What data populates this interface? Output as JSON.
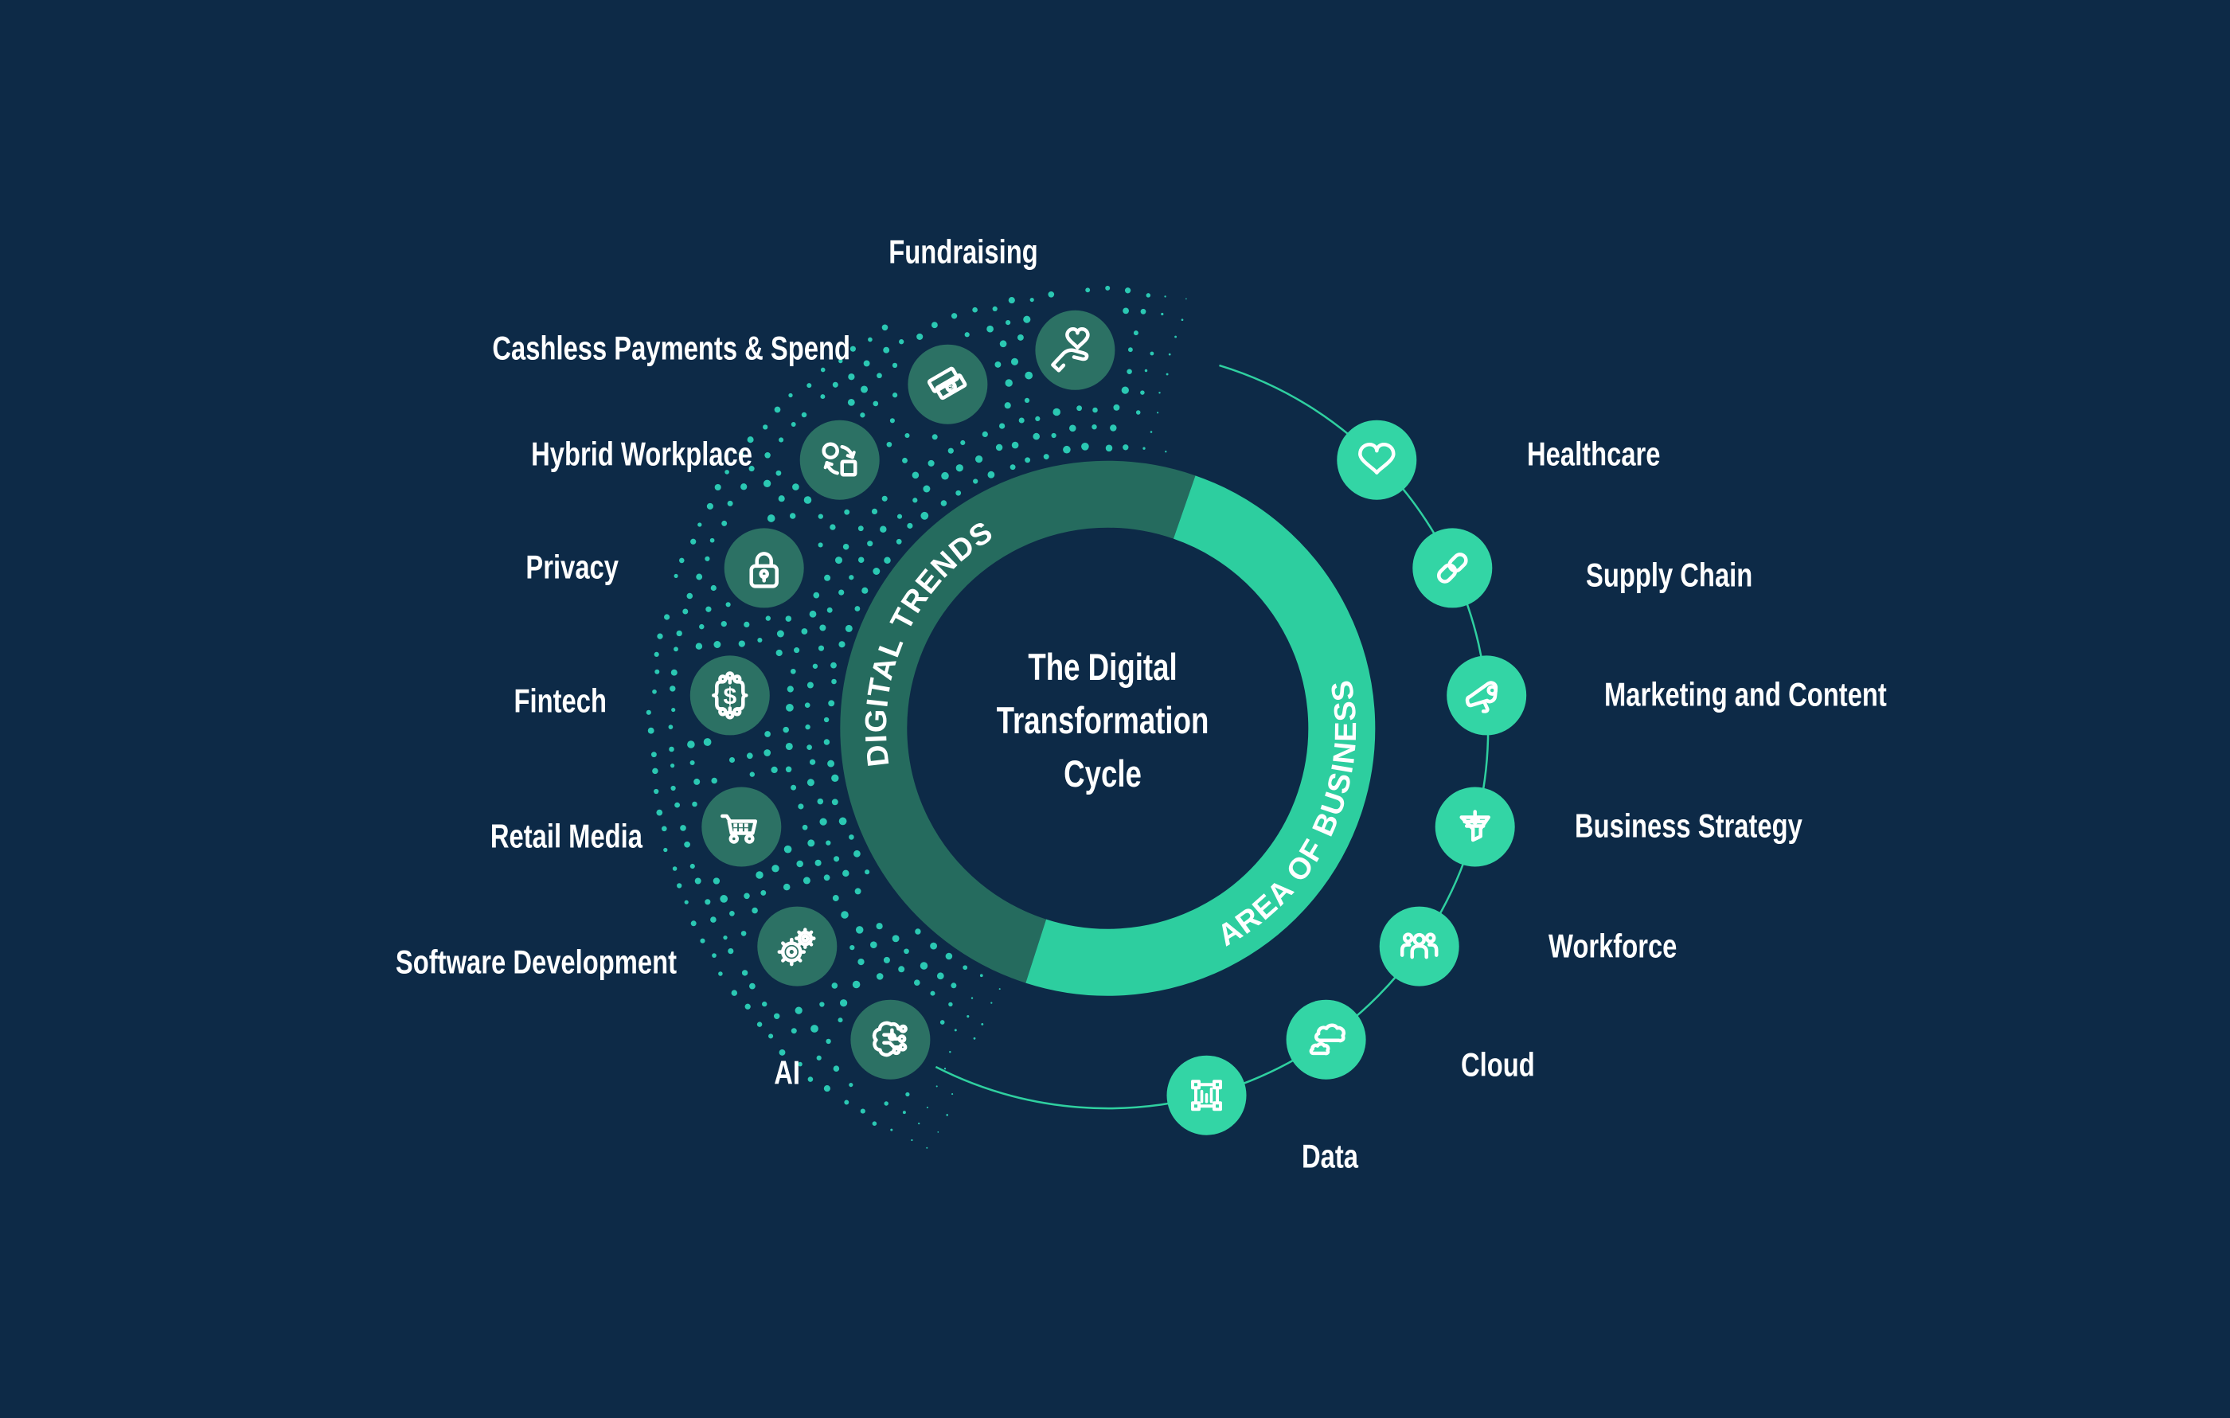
{
  "title": {
    "line1": "The Digital",
    "line2": "Transformation",
    "line3": "Cycle"
  },
  "ring": {
    "trends_label": "DIGITAL TRENDS",
    "business_label": "AREA OF BUSINESS"
  },
  "digital_trends": {
    "items": [
      {
        "label": "Fundraising",
        "icon": "hand-heart-icon"
      },
      {
        "label": "Cashless Payments & Spend",
        "icon": "banknotes-icon"
      },
      {
        "label": "Hybrid Workplace",
        "icon": "sync-shapes-icon"
      },
      {
        "label": "Privacy",
        "icon": "padlock-icon"
      },
      {
        "label": "Fintech",
        "icon": "dollar-circuit-icon"
      },
      {
        "label": "Retail Media",
        "icon": "shopping-cart-icon"
      },
      {
        "label": "Software Development",
        "icon": "gears-icon"
      },
      {
        "label": "AI",
        "icon": "circuit-brain-icon"
      }
    ]
  },
  "area_of_business": {
    "items": [
      {
        "label": "Healthcare",
        "icon": "heart-icon"
      },
      {
        "label": "Supply Chain",
        "icon": "chain-link-icon"
      },
      {
        "label": "Marketing and Content",
        "icon": "megaphone-icon"
      },
      {
        "label": "Business Strategy",
        "icon": "funnel-icon"
      },
      {
        "label": "Workforce",
        "icon": "people-icon"
      },
      {
        "label": "Cloud",
        "icon": "clouds-icon"
      },
      {
        "label": "Data",
        "icon": "bar-chart-frame-icon"
      }
    ]
  },
  "colors": {
    "background": "#0D2A47",
    "trends_arc": "#256B5E",
    "trends_badge": "#2C7164",
    "business_arc": "#2DCE9F",
    "business_badge": "#33D5A5",
    "dots": "#2BC8B3",
    "orbit_line": "#2FD0A0",
    "text": "#FFFFFF"
  }
}
